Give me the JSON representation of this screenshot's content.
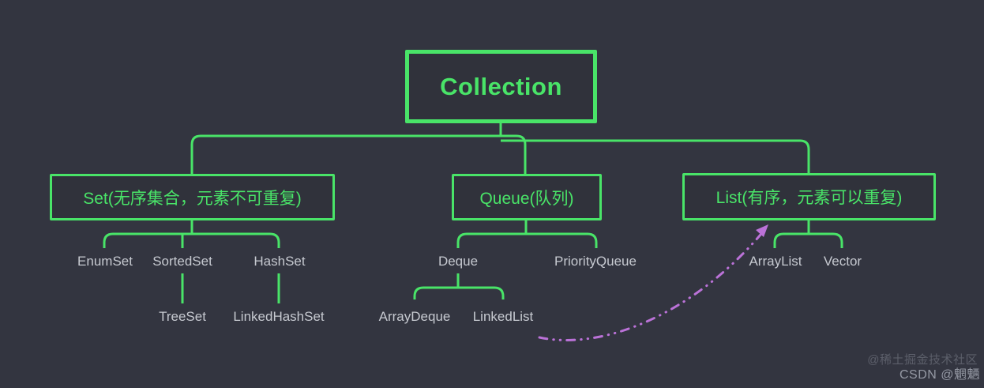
{
  "diagram": {
    "root": {
      "label": "Collection"
    },
    "level1": [
      {
        "label": "Set(无序集合，元素不可重复)"
      },
      {
        "label": "Queue(队列)"
      },
      {
        "label": "List(有序，元素可以重复)"
      }
    ],
    "set_children": [
      "EnumSet",
      "SortedSet",
      "HashSet"
    ],
    "sortedset_child": "TreeSet",
    "hashset_child": "LinkedHashSet",
    "queue_children": [
      "Deque",
      "PriorityQueue"
    ],
    "deque_children": [
      "ArrayDeque",
      "LinkedList"
    ],
    "list_children": [
      "ArrayList",
      "Vector"
    ]
  },
  "watermarks": {
    "juejin": "@稀土掘金技术社区",
    "csdn": "CSDN @魍魉"
  },
  "colors": {
    "background": "#333540",
    "green": "#49e468",
    "label_gray": "#c6c9d0",
    "purple": "#bb72d8"
  }
}
